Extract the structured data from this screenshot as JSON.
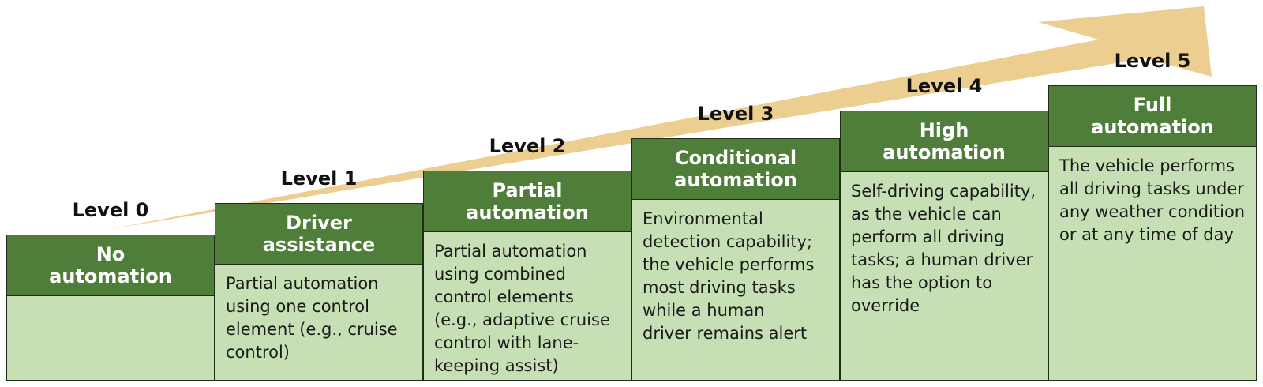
{
  "colors": {
    "arrow": "#eccf90",
    "header": "#4e7e39",
    "body": "#c6dfb4",
    "border": "#1e2e16"
  },
  "levels": [
    {
      "label": "Level 0",
      "title_line1": "No",
      "title_line2": "automation",
      "description": ""
    },
    {
      "label": "Level 1",
      "title_line1": "Driver",
      "title_line2": "assistance",
      "description": "Partial automation\nusing one control\nelement (e.g., cruise\ncontrol)"
    },
    {
      "label": "Level 2",
      "title_line1": "Partial",
      "title_line2": "automation",
      "description": "Partial automation\nusing combined\ncontrol elements\n(e.g., adaptive cruise\ncontrol with lane-\nkeeping assist)"
    },
    {
      "label": "Level 3",
      "title_line1": "Conditional",
      "title_line2": "automation",
      "description": "Environmental\ndetection capability;\nthe vehicle performs\nmost driving tasks\nwhile a human\ndriver remains alert"
    },
    {
      "label": "Level 4",
      "title_line1": "High",
      "title_line2": "automation",
      "description": "Self-driving capability,\nas the vehicle can\nperform all driving\ntasks; a human driver\nhas the option to\noverride"
    },
    {
      "label": "Level 5",
      "title_line1": "Full",
      "title_line2": "automation",
      "description": "The vehicle performs\nall driving tasks under\nany weather condition\nor at any time of day"
    }
  ]
}
